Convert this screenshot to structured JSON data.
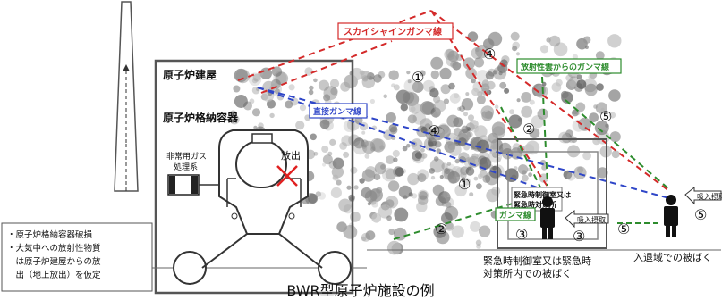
{
  "caption": "BWR型原子炉施設の例",
  "building": {
    "reactor_building_label": "原子炉建屋",
    "containment_label": "原子炉格納容器",
    "gas_treatment_label_1": "非常用ガス",
    "gas_treatment_label_2": "処理系",
    "release_label": "放出"
  },
  "rays": {
    "skyshine_label": "スカイシャインガンマ線",
    "direct_label": "直接ガンマ線",
    "plume_label": "放射性雲からのガンマ線",
    "gamma_label": "ガンマ線"
  },
  "control_room": {
    "inner_label_1": "緊急時制御室又は",
    "inner_label_2": "緊急時対策所",
    "caption_line_1": "緊急時制御室又は緊急時",
    "caption_line_2": "対策所内での被ばく",
    "inhalation_label": "吸入摂取"
  },
  "exit_area": {
    "caption": "入退域での被ばく",
    "inhalation_label": "吸入摂取"
  },
  "assumptions": [
    "・原子炉格納容器破損",
    "・大気中への放射性物質",
    "　は原子炉建屋からの放",
    "　出（地上放出）を仮定"
  ],
  "path_numbers": {
    "n1": "①",
    "n2": "②",
    "n3": "③",
    "n4": "④",
    "n5": "⑤"
  },
  "colors": {
    "skyshine": "#d42a2a",
    "direct": "#2f46c8",
    "plume": "#2d8c2d",
    "release_mark": "#e02020",
    "outline": "#555555"
  }
}
